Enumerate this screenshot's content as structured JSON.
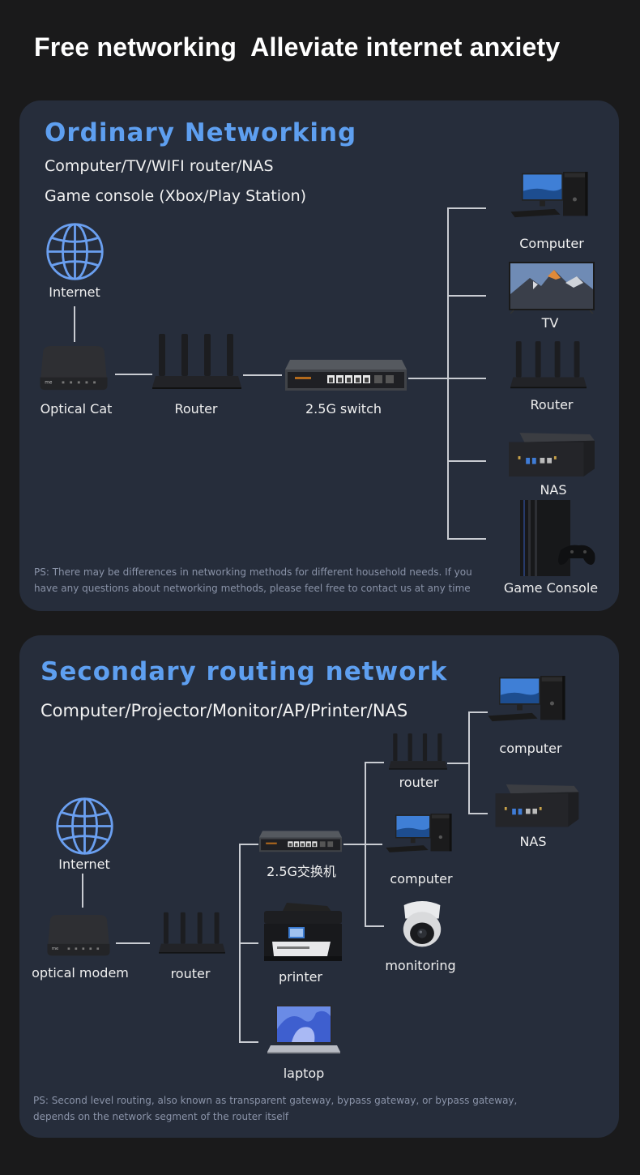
{
  "headline": "Free networking  Alleviate internet anxiety",
  "colors": {
    "background": "#1a1a1b",
    "panel": "#262d3b",
    "title_accent": "#5e9ff0",
    "connector": "#c9ccd2",
    "note_text": "#8a93a8"
  },
  "panels": [
    {
      "title": "Ordinary Networking",
      "subtitles": [
        "Computer/TV/WIFI router/NAS",
        "Game console (Xbox/Play Station)"
      ],
      "nodes": {
        "internet": {
          "label": "Internet",
          "icon": "globe-icon"
        },
        "optical": {
          "label": "Optical Cat",
          "icon": "optical-modem-icon"
        },
        "router": {
          "label": "Router",
          "icon": "router-icon"
        },
        "switch": {
          "label": "2.5G switch",
          "icon": "switch-icon"
        }
      },
      "endpoints": [
        {
          "label": "Computer",
          "icon": "computer-icon"
        },
        {
          "label": "TV",
          "icon": "tv-icon"
        },
        {
          "label": "Router",
          "icon": "router-icon"
        },
        {
          "label": "NAS",
          "icon": "nas-icon"
        },
        {
          "label": "Game Console",
          "icon": "game-console-icon"
        }
      ],
      "note": [
        "PS: There may be differences in networking methods for different household needs. If you",
        "have any questions about networking methods, please feel free to contact us at any time"
      ]
    },
    {
      "title": "Secondary routing network",
      "subtitles": [
        "Computer/Projector/Monitor/AP/Printer/NAS"
      ],
      "nodes": {
        "internet": {
          "label": "Internet",
          "icon": "globe-icon"
        },
        "optical": {
          "label": "optical modem",
          "icon": "optical-modem-icon"
        },
        "router": {
          "label": "router",
          "icon": "router-icon"
        },
        "switch": {
          "label": "2.5G交换机",
          "icon": "switch-icon"
        },
        "printer": {
          "label": "printer",
          "icon": "printer-icon"
        },
        "laptop": {
          "label": "laptop",
          "icon": "laptop-icon"
        },
        "router2": {
          "label": "router",
          "icon": "router-icon"
        },
        "computer_sw": {
          "label": "computer",
          "icon": "computer-icon"
        },
        "monitoring": {
          "label": "monitoring",
          "icon": "camera-icon"
        },
        "computer_rt": {
          "label": "computer",
          "icon": "computer-icon"
        },
        "nas": {
          "label": "NAS",
          "icon": "nas-icon"
        }
      },
      "note": [
        "PS: Second level routing, also known as transparent gateway, bypass gateway, or bypass gateway,",
        "depends on the network segment of the router itself"
      ]
    }
  ]
}
